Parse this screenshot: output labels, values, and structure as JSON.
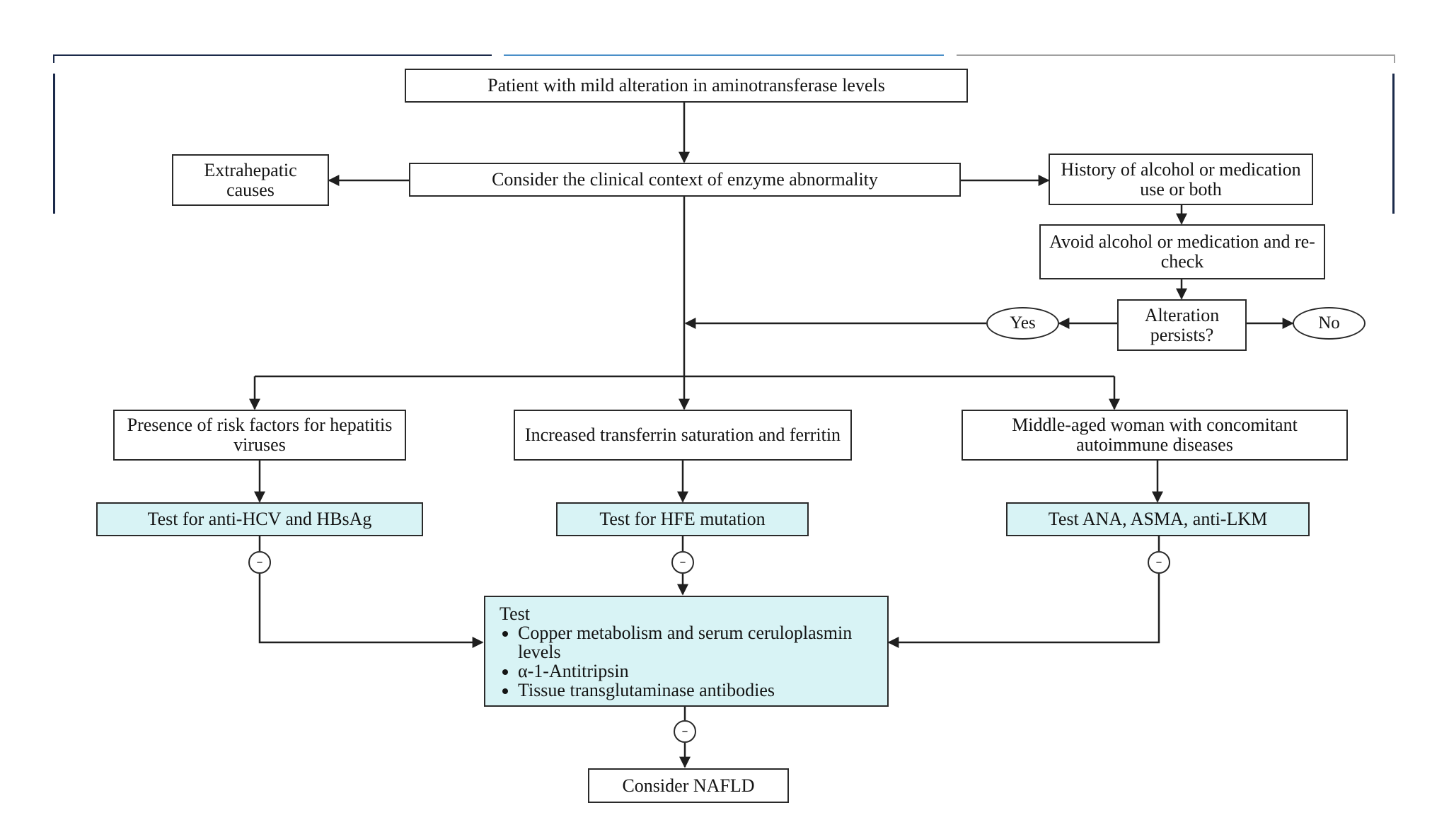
{
  "flowchart": {
    "start": "Patient with mild alteration in aminotransferase levels",
    "context": "Consider the clinical context of enzyme abnormality",
    "extrahepatic": "Extrahepatic causes",
    "alcohol_history": "History of alcohol or medication use or both",
    "avoid_recheck": "Avoid alcohol or medication and re-check",
    "decision": "Alteration persists?",
    "yes_label": "Yes",
    "no_label": "No",
    "risk_factors": "Presence of risk factors for hepatitis viruses",
    "transferrin": "Increased transferrin saturation and ferritin",
    "autoimmune": "Middle-aged woman with concomitant autoimmune diseases",
    "test_hcv": "Test for anti-HCV and HBsAg",
    "test_hfe": "Test for HFE mutation",
    "test_ana": "Test ANA, ASMA, anti-LKM",
    "negative_symbol": "–",
    "combined_test": {
      "title": "Test",
      "items": [
        "Copper metabolism and serum ceruloplasmin levels",
        "α-1-Antitripsin",
        "Tissue transglutaminase antibodies"
      ]
    },
    "final": "Consider NAFLD"
  },
  "colors": {
    "line": "#1f1f1f",
    "test_fill": "#d8f3f5",
    "frame_dark": "#1b2a4a",
    "frame_blue": "#4a8fc8",
    "frame_gray": "#a0a0a0"
  }
}
